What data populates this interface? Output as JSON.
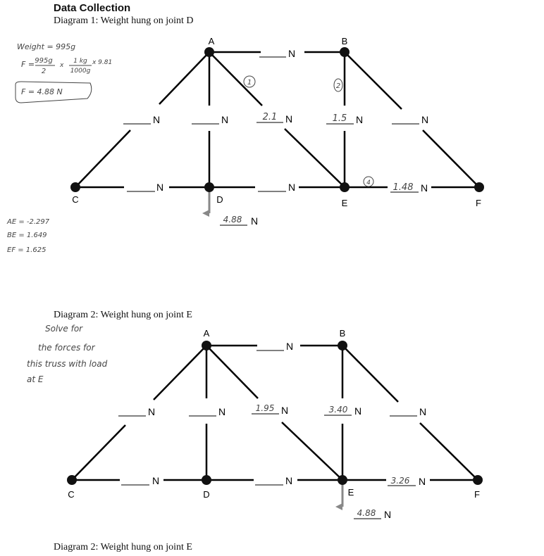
{
  "doc": {
    "heading": "Data Collection",
    "caption1": "Diagram 1: Weight hung on joint D",
    "caption2": "Diagram 2: Weight hung on joint E",
    "caption3": "Diagram 2: Weight hung on joint E"
  },
  "unit": "N",
  "joints": {
    "A": "A",
    "B": "B",
    "C": "C",
    "D": "D",
    "E": "E",
    "F": "F"
  },
  "diagram1": {
    "load": "4.88",
    "values": {
      "AE": "2.1",
      "BE": "1.5",
      "EF": "1.48"
    },
    "member_marks": {
      "AE": "1",
      "BE": "2",
      "EF": "4"
    }
  },
  "diagram2": {
    "load": "4.88",
    "values": {
      "AE": "1.95",
      "BE": "3.40",
      "EF": "3.26"
    }
  },
  "notes": {
    "weight": "Weight = 995g",
    "formula_lhs": "F =",
    "formula_num": "995g",
    "formula_den": "2",
    "formula_conv_num": "1 kg",
    "formula_conv_den": "1000g",
    "formula_tail": "x 9.81",
    "result": "F = 4.88 N",
    "ae": "AE = -2.297",
    "be": "BE = 1.649",
    "ef": "EF = 1.625",
    "solve": [
      "Solve for",
      "the forces for",
      "this truss with load",
      "at E"
    ]
  }
}
